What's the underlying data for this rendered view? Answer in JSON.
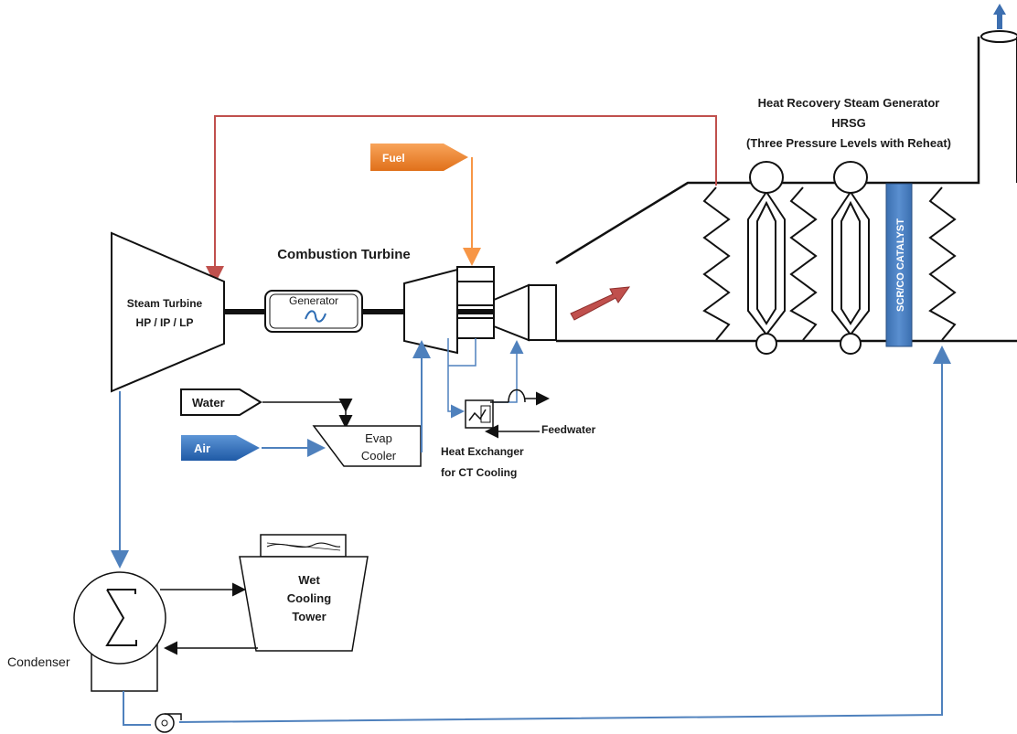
{
  "diagram": {
    "hrsg_title": {
      "line1": "Heat Recovery Steam Generator",
      "line2": "HRSG",
      "line3": "(Three Pressure Levels with Reheat)"
    },
    "combustion_turbine_label": "Combustion Turbine",
    "steam_turbine": {
      "line1": "Steam Turbine",
      "line2": "HP / IP / LP"
    },
    "generator_label": "Generator",
    "generator_symbol": "~",
    "fuel_label": "Fuel",
    "water_label": "Water",
    "air_label": "Air",
    "evap_cooler": {
      "line1": "Evap",
      "line2": "Cooler"
    },
    "heat_exchanger": {
      "line1": "Heat Exchanger",
      "line2": "for CT Cooling"
    },
    "feedwater_label": "Feedwater",
    "scr_label": "SCR/CO CATALYST",
    "cooling_tower": {
      "line1": "Wet",
      "line2": "Cooling",
      "line3": "Tower"
    },
    "condenser_label": "Condenser",
    "colors": {
      "steam_line": "#c0504d",
      "water_line": "#4f81bd",
      "fuel_line": "#f79646",
      "fuel_tag": "#f07f22",
      "air_tag": "#2e6db4",
      "scr_fill": "#4a7ebb",
      "hot_gas_arrow": "#c0504d"
    }
  }
}
